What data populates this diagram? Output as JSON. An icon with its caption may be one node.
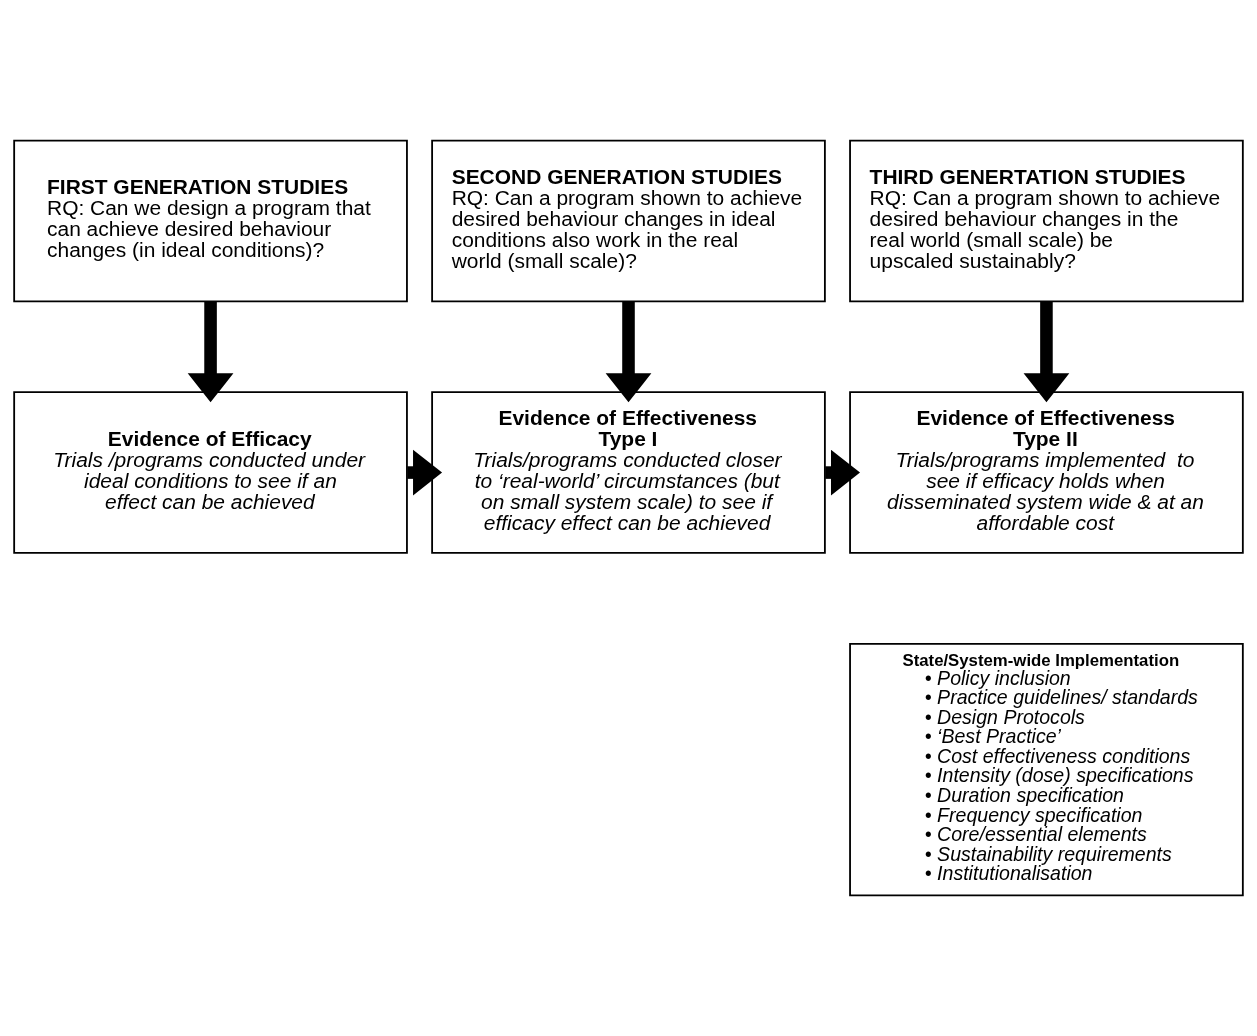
{
  "diagram": {
    "nodes": [
      {
        "text": [
          "FIRST GENERATION STUDIES",
          "RQ: Can we design a program that can achieve desired behaviour changes (in ideal conditions)?"
        ]
      },
      {
        "text": [
          "SECOND GENERATION STUDIES",
          "RQ: Can a program shown to achieve desired behaviour changes in ideal conditions also work in the real world (small scale)?"
        ]
      },
      {
        "text": [
          "THIRD GENERTATION STUDIES",
          "RQ: Can a program shown to achieve desired behaviour changes in the real world (small scale) be upscaled sustainably?"
        ]
      },
      {
        "text": [
          "Evidence of Efficacy",
          "Trials /programs conducted under ideal conditions to see if an effect can be achieved"
        ]
      },
      {
        "text": [
          "Evidence of Effectiveness Type I",
          "Trials/programs conducted closer to ‘real-world’ circumstances (but on small system scale) to see if efficacy effect can be achieved"
        ]
      },
      {
        "text": [
          "Evidence of Effectiveness Type II",
          "Trials/programs implemented  to see if efficacy holds when disseminated system wide & at an affordable cost"
        ]
      },
      {
        "text": [
          "State/System-wide Implementation",
          "• Policy inclusion",
          "• Practice guidelines/ standards",
          "• Design Protocols",
          "• ‘Best Practice’",
          "• Cost effectiveness conditions",
          "• Intensity (dose) specifications",
          "• Duration specification",
          "• Frequency specification",
          "• Core/essential elements",
          "• Sustainability requirements",
          "• Institutionalisation"
        ]
      }
    ],
    "edges": [
      {
        "from": 0,
        "to": 3,
        "arrow": "to"
      },
      {
        "from": 1,
        "to": 4,
        "arrow": "to"
      },
      {
        "from": 2,
        "to": 5,
        "arrow": "to"
      },
      {
        "from": 3,
        "to": 4,
        "arrow": "to"
      },
      {
        "from": 4,
        "to": 5,
        "arrow": "to"
      }
    ]
  }
}
